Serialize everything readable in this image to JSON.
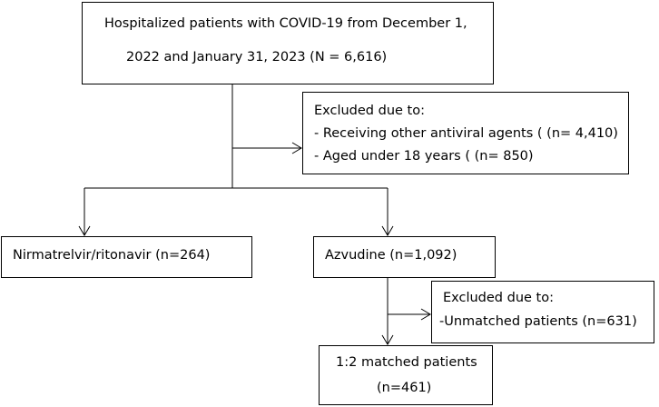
{
  "boxes": {
    "total": {
      "line1": "Hospitalized patients with COVID-19 from December 1,",
      "line2": "2022 and January 31, 2023 (N = 6,616)"
    },
    "excluded_first": {
      "heading": "Excluded due to:",
      "reason1": "- Receiving other antiviral agents ( (n= 4,410)",
      "reason2": "- Aged under 18 years ( (n= 850)"
    },
    "nirmatrelvir": {
      "label": "Nirmatrelvir/ritonavir (n=264)"
    },
    "azvudine": {
      "label": "Azvudine (n=1,092)"
    },
    "excluded_second": {
      "heading": "Excluded due to:",
      "reason1": "-Unmatched patients (n=631)"
    },
    "matched": {
      "line1": "1:2 matched patients",
      "line2": "(n=461)"
    }
  },
  "colors": {
    "stroke": "#000000",
    "background": "#ffffff"
  }
}
